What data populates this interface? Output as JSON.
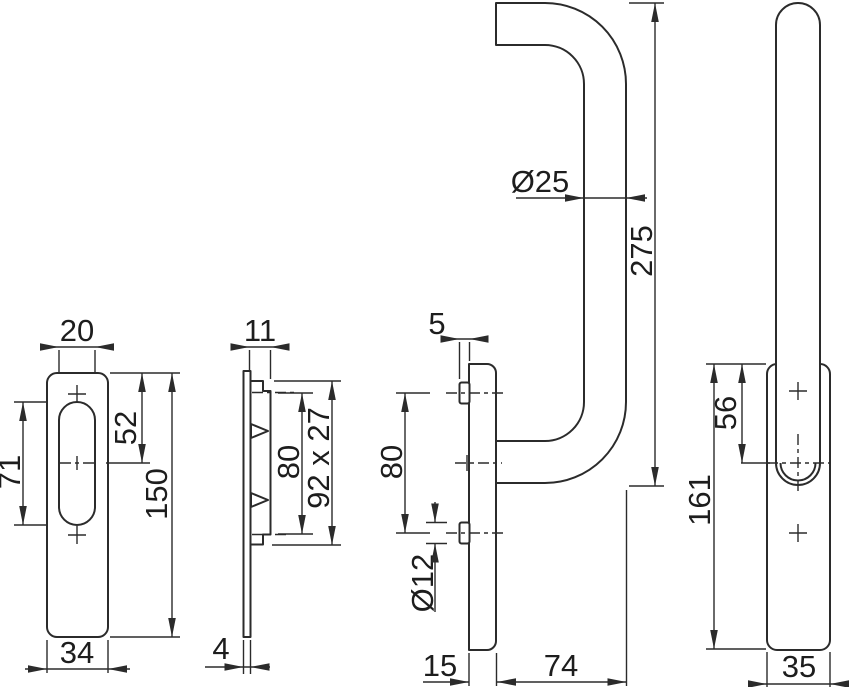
{
  "colors": {
    "background": "#ffffff",
    "line": "#2b2b2b"
  },
  "views": {
    "plate_front": {
      "slot_width": "20",
      "slot_length": "71",
      "top_to_center": "52",
      "height": "150",
      "width": "34"
    },
    "plate_side": {
      "depth": "11",
      "hole_spacing": "80",
      "raised_section": "92 x 27",
      "thickness": "4"
    },
    "handle_side": {
      "boss_depth": "5",
      "hole_spacing": "80",
      "hole_diameter": "Ø12",
      "plate_depth": "15",
      "projection": "74",
      "tube_diameter": "Ø25",
      "height": "275"
    },
    "handle_front": {
      "top_to_center": "56",
      "height": "161",
      "width": "35"
    }
  }
}
